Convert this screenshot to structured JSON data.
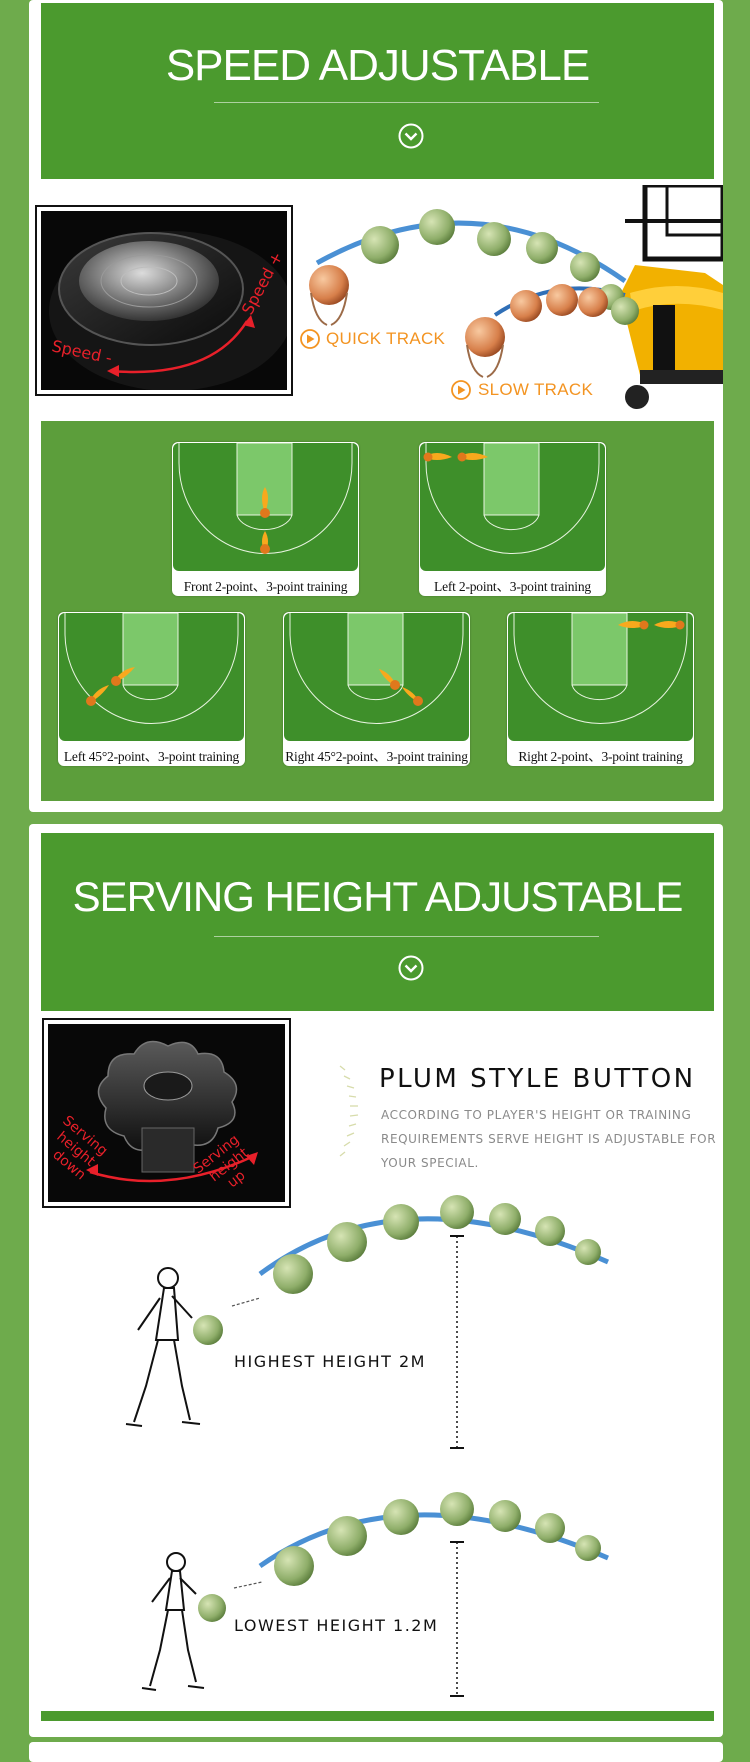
{
  "speed_section": {
    "title": "SPEED ADJUSTABLE",
    "knob_label_plus": "Speed +",
    "knob_label_minus": "Speed -",
    "quick_track": "QUICK TRACK",
    "slow_track": "SLOW TRACK",
    "courts": [
      {
        "caption": "Front 2-point、3-point training"
      },
      {
        "caption": "Left 2-point、3-point training"
      },
      {
        "caption": "Left 45°2-point、3-point training"
      },
      {
        "caption": "Right 45°2-point、3-point training"
      },
      {
        "caption": "Right 2-point、3-point training"
      }
    ]
  },
  "height_section": {
    "title": "SERVING HEIGHT ADJUSTABLE",
    "knob_label_up": "Serving height up",
    "knob_label_down": "Serving height down",
    "feature_title": "PLUM STYLE BUTTON",
    "feature_lines": [
      "ACCORDING TO PLAYER'S HEIGHT OR TRAINING",
      "REQUIREMENTS SERVE HEIGHT IS ADJUSTABLE FOR",
      "YOUR SPECIAL."
    ],
    "highest": "HIGHEST HEIGHT 2M",
    "lowest": "LOWEST HEIGHT 1.2M"
  },
  "colors": {
    "page_green": "#6eab4c",
    "banner_green": "#4b9a2e",
    "court_green": "#3e8f2a",
    "paint_green": "#7cc86a",
    "accent_orange": "#f39422",
    "knob_label_red": "#e8202a",
    "trajectory_blue": "#4a90d4"
  },
  "icons": [
    "chevron-down-circle-icon",
    "play-arrow-circle-icon"
  ]
}
